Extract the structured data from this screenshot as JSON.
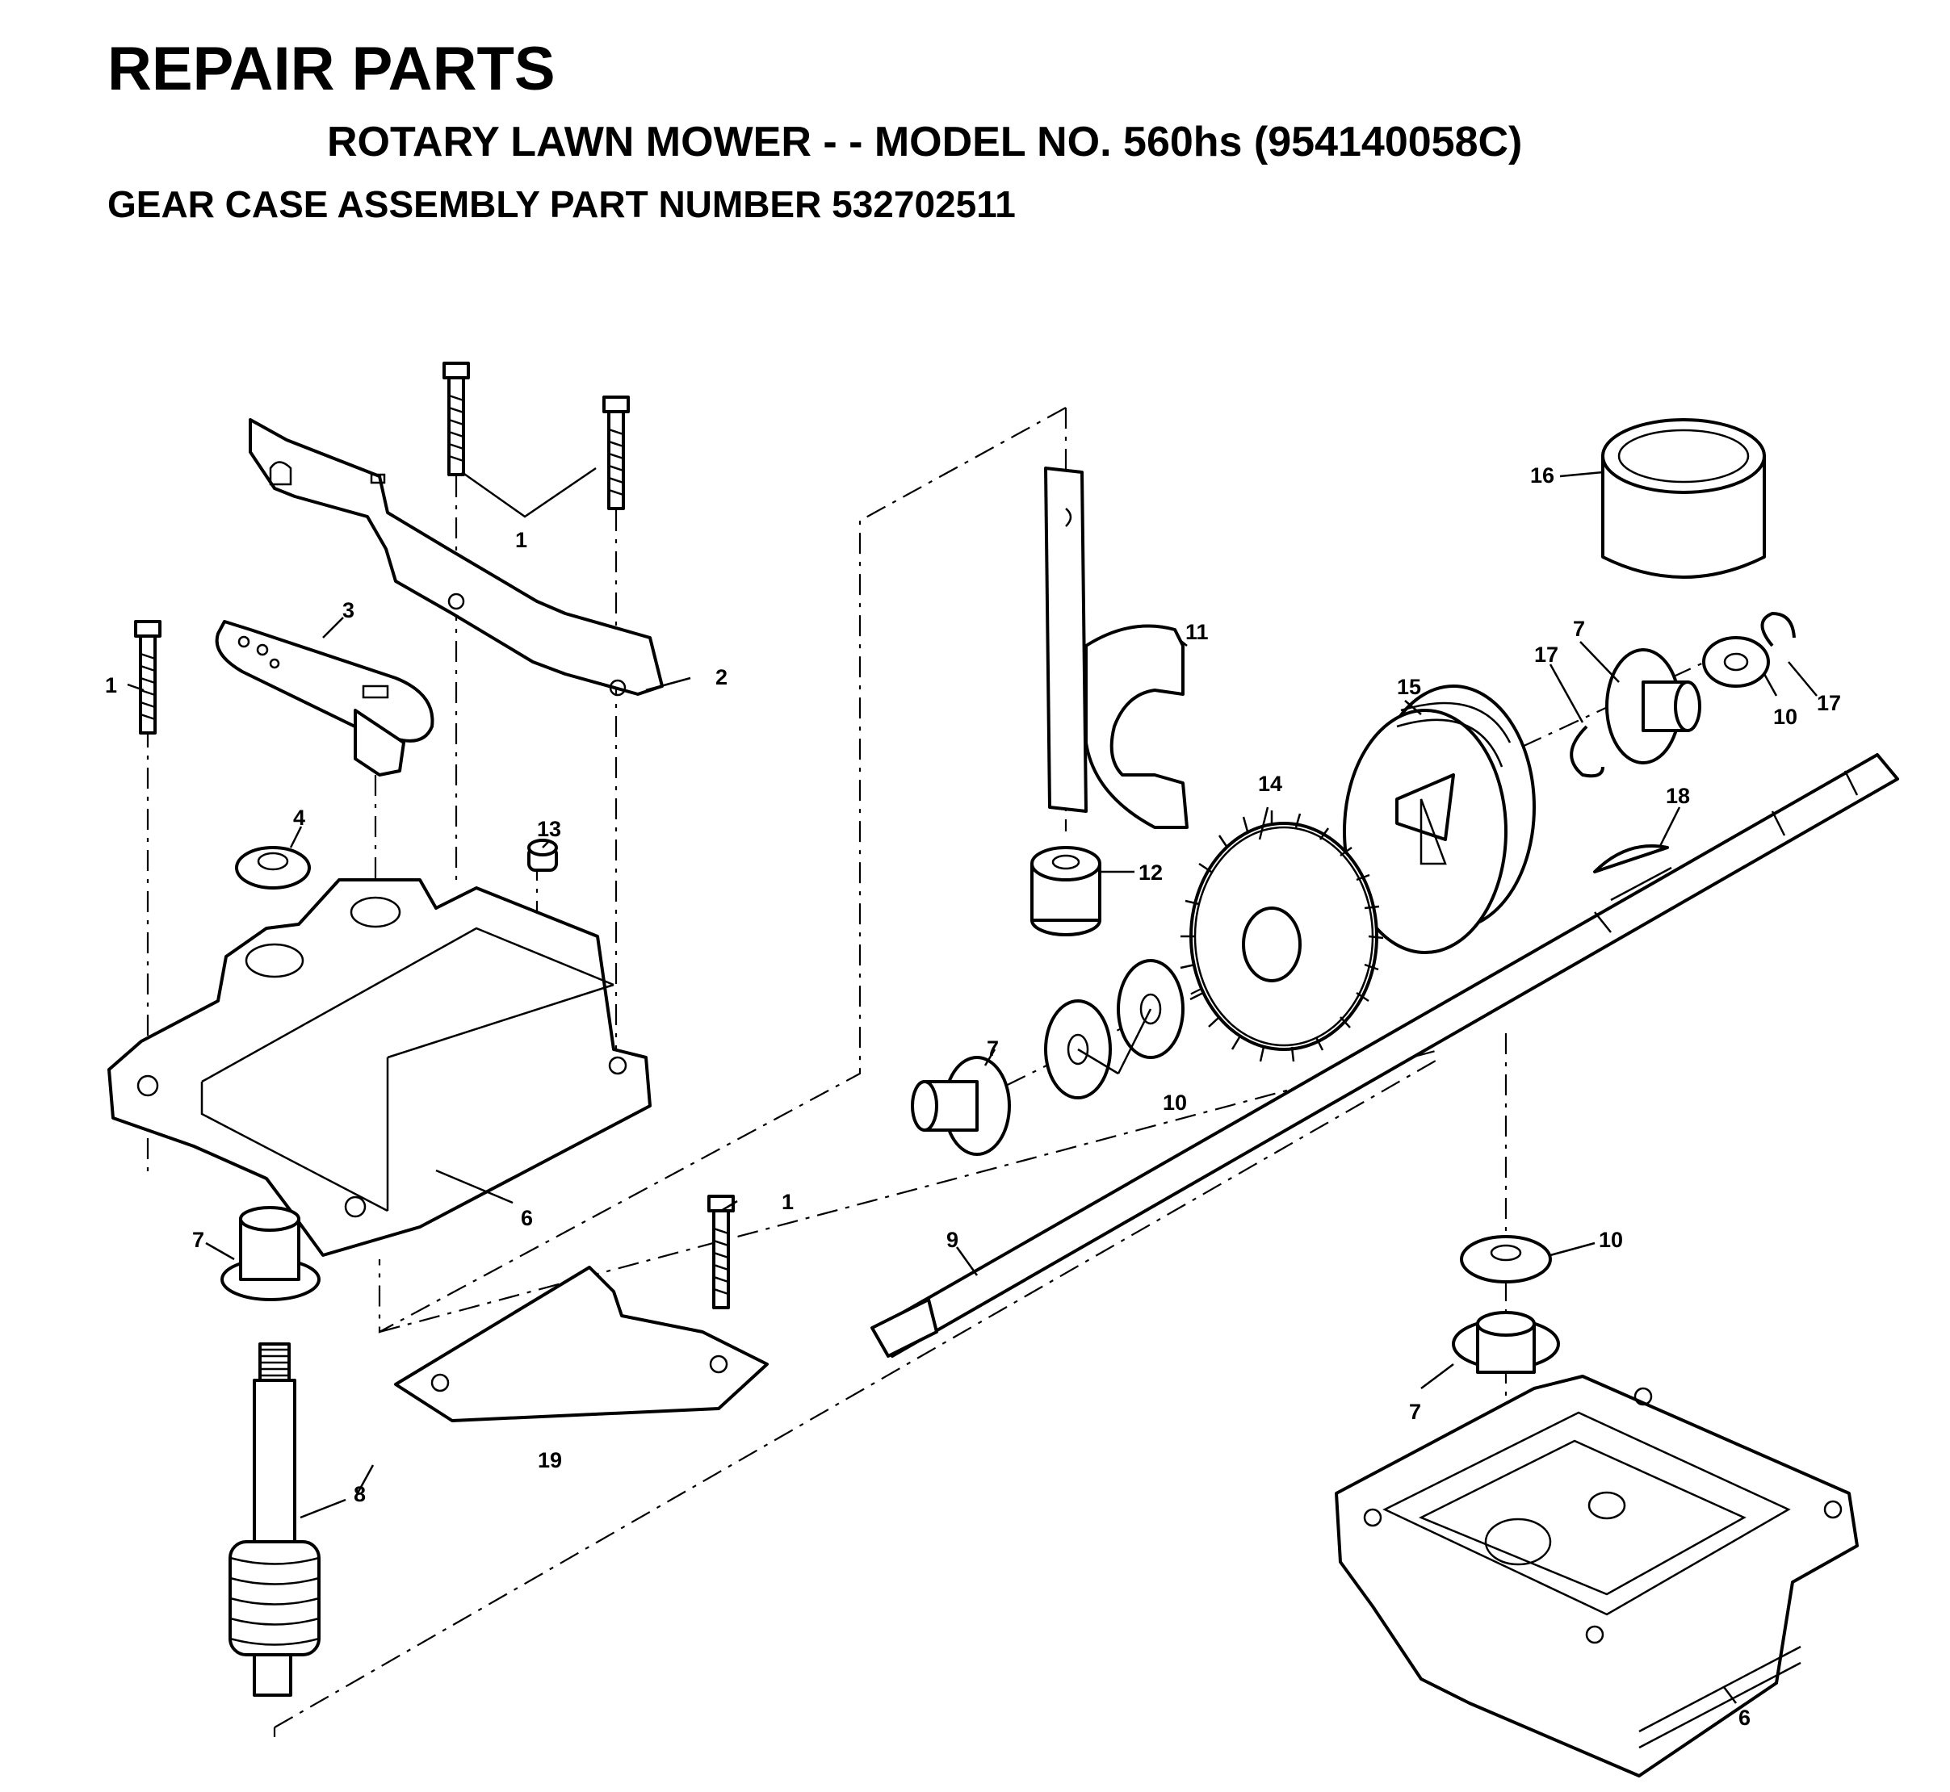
{
  "header": {
    "title": "REPAIR PARTS",
    "subtitle": "ROTARY LAWN MOWER - - MODEL NO. 560hs (954140058C)",
    "assembly": "GEAR CASE ASSEMBLY PART NUMBER 532702511"
  },
  "callouts": [
    {
      "id": "c1a",
      "text": "1"
    },
    {
      "id": "c1b",
      "text": "1"
    },
    {
      "id": "c1c",
      "text": "1"
    },
    {
      "id": "c2",
      "text": "2"
    },
    {
      "id": "c3",
      "text": "3"
    },
    {
      "id": "c4",
      "text": "4"
    },
    {
      "id": "c6a",
      "text": "6"
    },
    {
      "id": "c6b",
      "text": "6"
    },
    {
      "id": "c7a",
      "text": "7"
    },
    {
      "id": "c7b",
      "text": "7"
    },
    {
      "id": "c7c",
      "text": "7"
    },
    {
      "id": "c7d",
      "text": "7"
    },
    {
      "id": "c8",
      "text": "8"
    },
    {
      "id": "c9",
      "text": "9"
    },
    {
      "id": "c10a",
      "text": "10"
    },
    {
      "id": "c10b",
      "text": "10"
    },
    {
      "id": "c10c",
      "text": "10"
    },
    {
      "id": "c11",
      "text": "11"
    },
    {
      "id": "c12",
      "text": "12"
    },
    {
      "id": "c13",
      "text": "13"
    },
    {
      "id": "c14",
      "text": "14"
    },
    {
      "id": "c15",
      "text": "15"
    },
    {
      "id": "c16",
      "text": "16"
    },
    {
      "id": "c17a",
      "text": "17"
    },
    {
      "id": "c17b",
      "text": "17"
    },
    {
      "id": "c18",
      "text": "18"
    },
    {
      "id": "c19",
      "text": "19"
    }
  ]
}
